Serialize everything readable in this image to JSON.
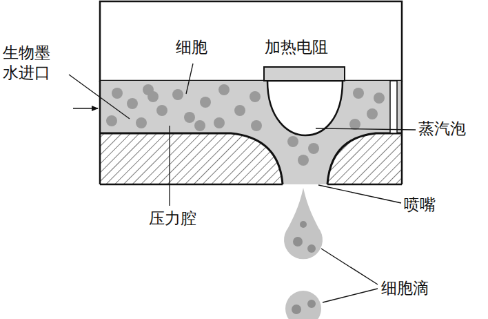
{
  "diagram": {
    "labels": [
      "生物墨 水进口",
      "细胞",
      "加热电阻",
      "蒸汽泡",
      "压力腔",
      "喷嘴",
      "细胞滴"
    ]
  }
}
